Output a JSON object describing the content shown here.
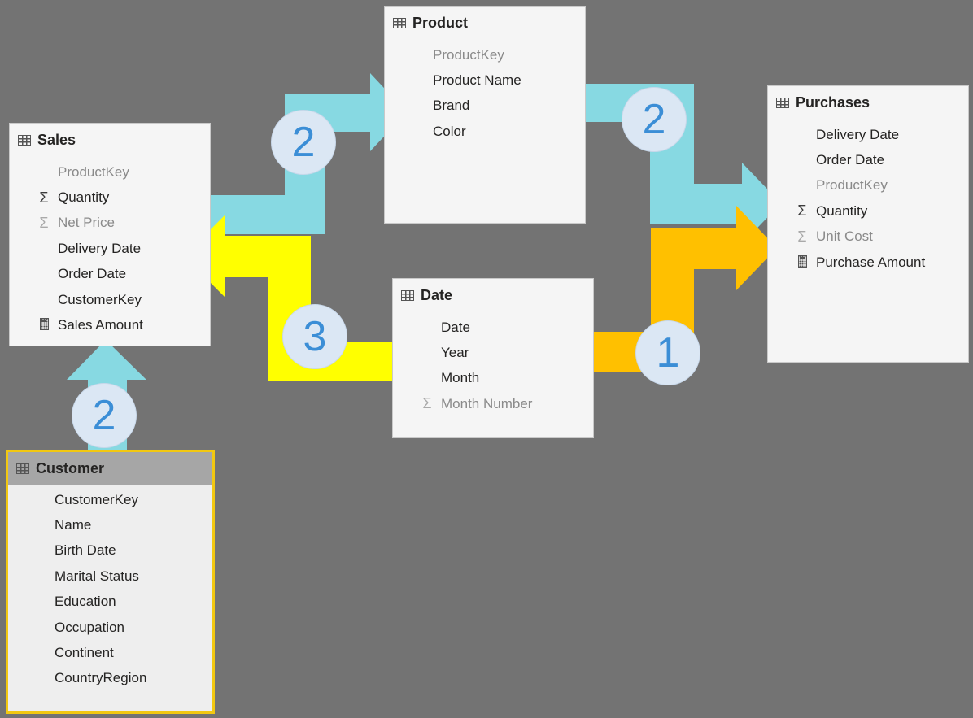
{
  "tables": {
    "product": {
      "name": "Product",
      "fields": [
        {
          "label": "ProductKey",
          "hidden": true,
          "icon": "none"
        },
        {
          "label": "Product Name",
          "hidden": false,
          "icon": "none"
        },
        {
          "label": "Brand",
          "hidden": false,
          "icon": "none"
        },
        {
          "label": "Color",
          "hidden": false,
          "icon": "none"
        }
      ]
    },
    "sales": {
      "name": "Sales",
      "fields": [
        {
          "label": "ProductKey",
          "hidden": true,
          "icon": "none"
        },
        {
          "label": "Quantity",
          "hidden": false,
          "icon": "sigma-icon"
        },
        {
          "label": "Net Price",
          "hidden": true,
          "icon": "sigma-icon"
        },
        {
          "label": "Delivery Date",
          "hidden": false,
          "icon": "none"
        },
        {
          "label": "Order Date",
          "hidden": false,
          "icon": "none"
        },
        {
          "label": "CustomerKey",
          "hidden": false,
          "icon": "none"
        },
        {
          "label": "Sales Amount",
          "hidden": false,
          "icon": "calculator-icon"
        }
      ]
    },
    "purchases": {
      "name": "Purchases",
      "fields": [
        {
          "label": "Delivery Date",
          "hidden": false,
          "icon": "none"
        },
        {
          "label": "Order Date",
          "hidden": false,
          "icon": "none"
        },
        {
          "label": "ProductKey",
          "hidden": true,
          "icon": "none"
        },
        {
          "label": "Quantity",
          "hidden": false,
          "icon": "sigma-icon"
        },
        {
          "label": "Unit Cost",
          "hidden": true,
          "icon": "sigma-icon"
        },
        {
          "label": "Purchase Amount",
          "hidden": false,
          "icon": "calculator-icon"
        }
      ]
    },
    "date": {
      "name": "Date",
      "fields": [
        {
          "label": "Date",
          "hidden": false,
          "icon": "none"
        },
        {
          "label": "Year",
          "hidden": false,
          "icon": "none"
        },
        {
          "label": "Month",
          "hidden": false,
          "icon": "none"
        },
        {
          "label": "Month Number",
          "hidden": true,
          "icon": "sigma-icon"
        }
      ]
    },
    "customer": {
      "name": "Customer",
      "selected": true,
      "fields": [
        {
          "label": "CustomerKey",
          "hidden": false,
          "icon": "none"
        },
        {
          "label": "Name",
          "hidden": false,
          "icon": "none"
        },
        {
          "label": "Birth Date",
          "hidden": false,
          "icon": "none"
        },
        {
          "label": "Marital Status",
          "hidden": false,
          "icon": "none"
        },
        {
          "label": "Education",
          "hidden": false,
          "icon": "none"
        },
        {
          "label": "Occupation",
          "hidden": false,
          "icon": "none"
        },
        {
          "label": "Continent",
          "hidden": false,
          "icon": "none"
        },
        {
          "label": "CountryRegion",
          "hidden": false,
          "icon": "none"
        }
      ]
    }
  },
  "badges": {
    "sales_to_product": "2",
    "product_to_purchases": "2",
    "date_to_purchases": "1",
    "date_to_sales": "3",
    "customer_to_sales": "2"
  },
  "colors": {
    "background": "#737373",
    "arrow_cyan": "#87d9e2",
    "arrow_yellow": "#ffff00",
    "arrow_orange": "#ffc000",
    "badge_fill": "#dbe7f4",
    "badge_text": "#3b8ed6",
    "selected_border": "#f2c811"
  }
}
